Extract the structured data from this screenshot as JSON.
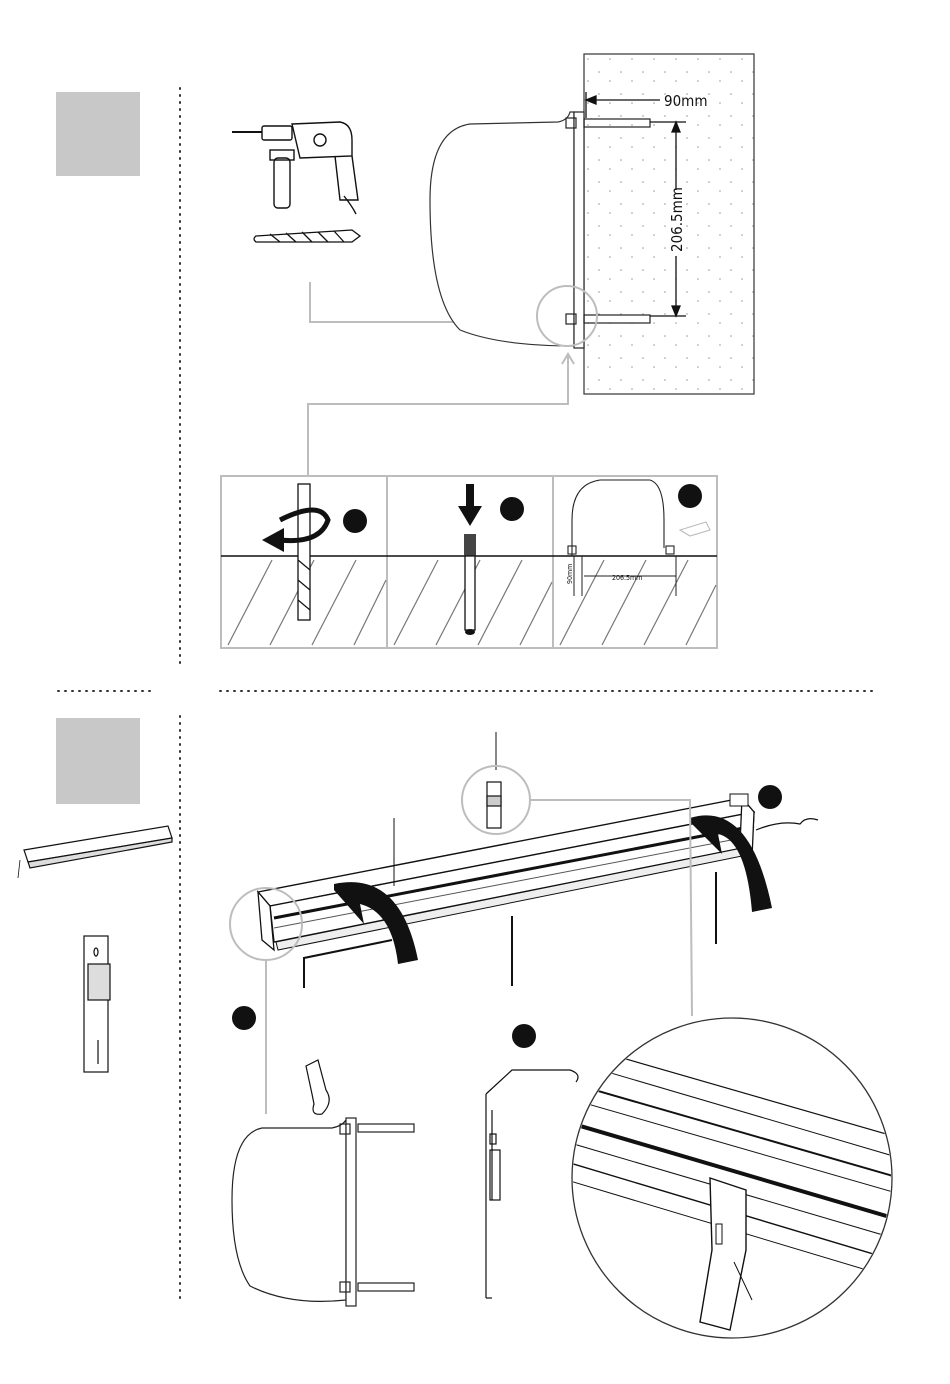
{
  "step1": {
    "dimensions": {
      "horizontal": "90mm",
      "vertical": "206.5mm"
    },
    "substeps": [
      {
        "label": ""
      },
      {
        "label": ""
      },
      {
        "label": "",
        "dim_horizontal": "206.5mm",
        "dim_vertical": "90mm"
      }
    ]
  },
  "step2": {
    "callouts": [
      {
        "label": ""
      },
      {
        "label": ""
      },
      {
        "label": ""
      }
    ]
  },
  "colors": {
    "ink": "#111111",
    "guide_gray": "#bdbdbd",
    "step_box": "#c8c8c8"
  }
}
